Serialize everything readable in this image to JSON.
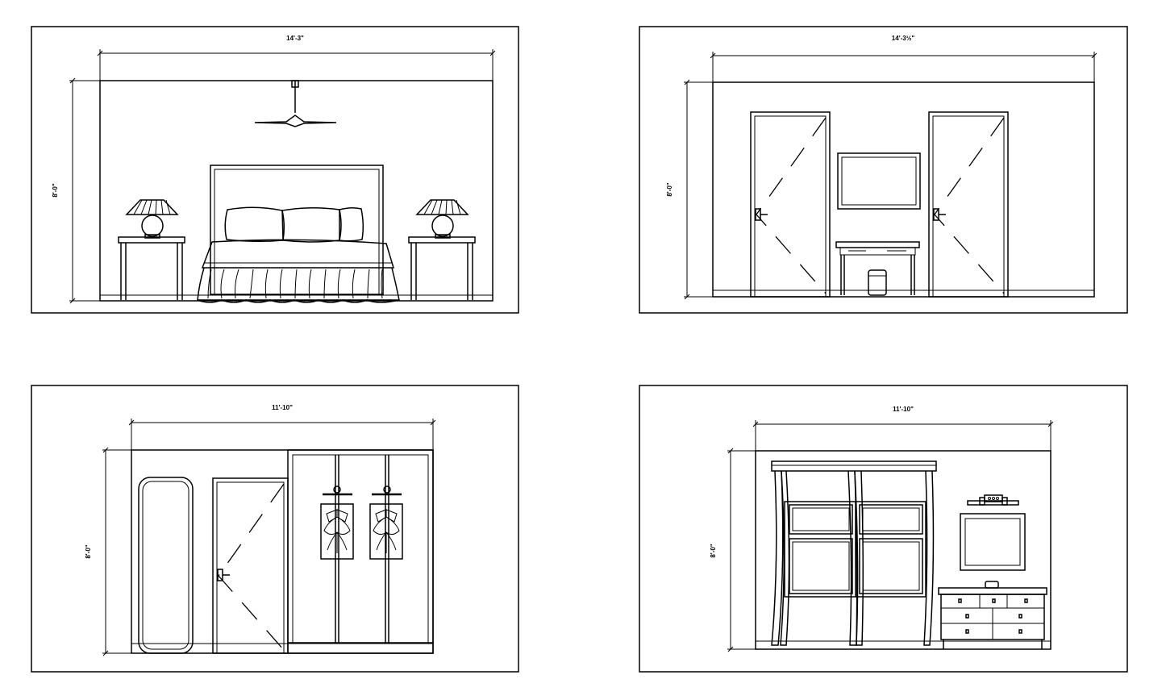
{
  "elevations": [
    {
      "id": "elevation-1",
      "width_label": "14'-3\"",
      "height_label": "8'-0\""
    },
    {
      "id": "elevation-2",
      "width_label": "14'-3½\"",
      "height_label": "8'-0\""
    },
    {
      "id": "elevation-3",
      "width_label": "11'-10\"",
      "height_label": "8'-0\""
    },
    {
      "id": "elevation-4",
      "width_label": "11'-10\"",
      "height_label": "8'-0\""
    }
  ]
}
